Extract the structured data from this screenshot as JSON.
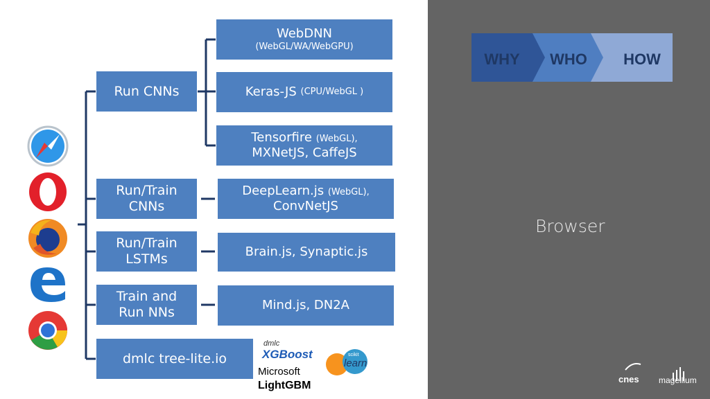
{
  "colors": {
    "box_fill": "#4e80c0",
    "right_panel": "#646464",
    "nav_why": "#2f5597",
    "nav_who": "#4f7ec1",
    "nav_how": "#8fa9d6"
  },
  "nav": {
    "items": [
      "WHY",
      "WHO",
      "HOW"
    ]
  },
  "right": {
    "title": "Browser",
    "logos": {
      "cnes": "cnes",
      "magellium": "magellium"
    }
  },
  "icons": [
    "safari-icon",
    "opera-icon",
    "firefox-icon",
    "edge-icon",
    "chrome-icon"
  ],
  "categories": {
    "run_cnns": "Run CNNs",
    "run_train_cnns": "Run/Train\nCNNs",
    "run_train_lstms": "Run/Train\nLSTMs",
    "train_run_nns": "Train and\nRun NNs",
    "dmlc": "dmlc tree-lite.io"
  },
  "libraries": {
    "webdnn": {
      "name": "WebDNN",
      "detail": "(WebGL/WA/WebGPU)"
    },
    "kerasjs": {
      "name": "Keras-JS",
      "detail": "(CPU/WebGL )"
    },
    "tensorfire": {
      "name": "Tensorfire",
      "detail": "(WebGL),",
      "line2": "MXNetJS, CaffeJS"
    },
    "deeplearn": {
      "name": "DeepLearn.js",
      "detail": "(WebGL),",
      "line2": "ConvNetJS"
    },
    "brain": "Brain.js, Synaptic.js",
    "mind": "Mind.js, DN2A"
  },
  "logos": {
    "xgboost_small": "dmlc",
    "xgboost": "XGBoost",
    "microsoft": "Microsoft",
    "lightgbm": "LightGBM",
    "sklearn_top": "scikit",
    "sklearn": "learn"
  }
}
